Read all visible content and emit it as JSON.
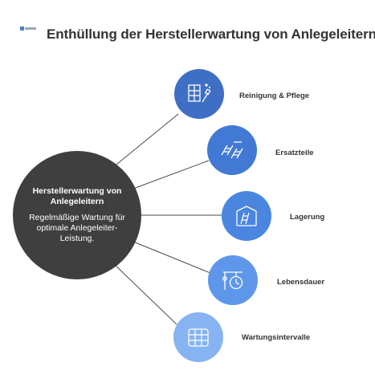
{
  "title": "Enthüllung der Herstellerwartung von Anlegeleitern",
  "hub": {
    "title": "Herstellerwartung von Anlegeleitern",
    "description": "Regelmäßige Wartung für optimale Anlegeleiter-Leistung."
  },
  "items": [
    {
      "label": "Reinigung & Pflege",
      "icon": "cleaning-icon",
      "color": "#3f6fc4"
    },
    {
      "label": "Ersatzteile",
      "icon": "ladder-parts-icon",
      "color": "#4179d4"
    },
    {
      "label": "Lagerung",
      "icon": "storage-icon",
      "color": "#4a86e0"
    },
    {
      "label": "Lebensdauer",
      "icon": "timer-icon",
      "color": "#5e97ea"
    },
    {
      "label": "Wartungsintervalle",
      "icon": "calendar-grid-icon",
      "color": "#86b3f2"
    }
  ]
}
